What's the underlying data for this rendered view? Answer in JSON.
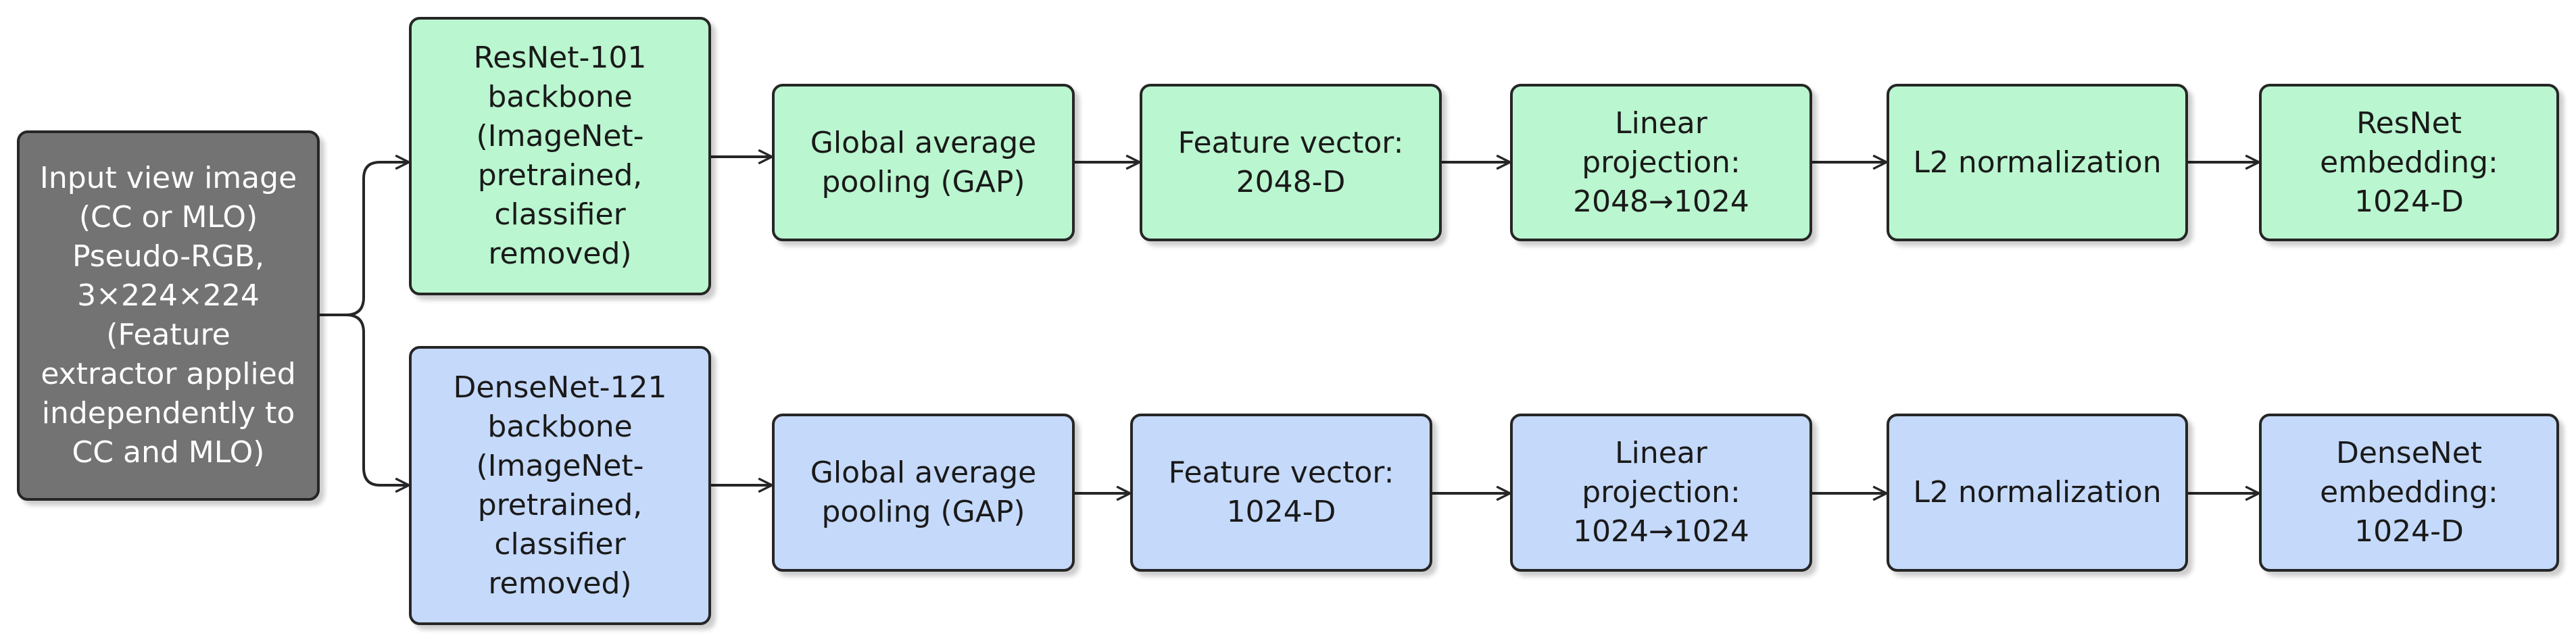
{
  "colors": {
    "input": "#737373",
    "resnet_branch": "#baf6cf",
    "densenet_branch": "#c5d9fa",
    "stroke": "#262626"
  },
  "input": {
    "label": "Input view image\n(CC or MLO)\nPseudo-RGB,\n3×224×224\n(Feature\nextractor applied\nindependently to\nCC and MLO)"
  },
  "resnet_branch": {
    "backbone": "ResNet-101\nbackbone\n(ImageNet-\npretrained,\nclassifier\nremoved)",
    "gap": "Global average\npooling (GAP)",
    "feature": "Feature vector:\n2048-D",
    "projection": "Linear\nprojection:\n2048→1024",
    "norm": "L2 normalization",
    "embedding": "ResNet\nembedding:\n1024-D"
  },
  "densenet_branch": {
    "backbone": "DenseNet-121\nbackbone\n(ImageNet-\npretrained,\nclassifier\nremoved)",
    "gap": "Global average\npooling (GAP)",
    "feature": "Feature vector:\n1024-D",
    "projection": "Linear\nprojection:\n1024→1024",
    "norm": "L2 normalization",
    "embedding": "DenseNet\nembedding:\n1024-D"
  }
}
